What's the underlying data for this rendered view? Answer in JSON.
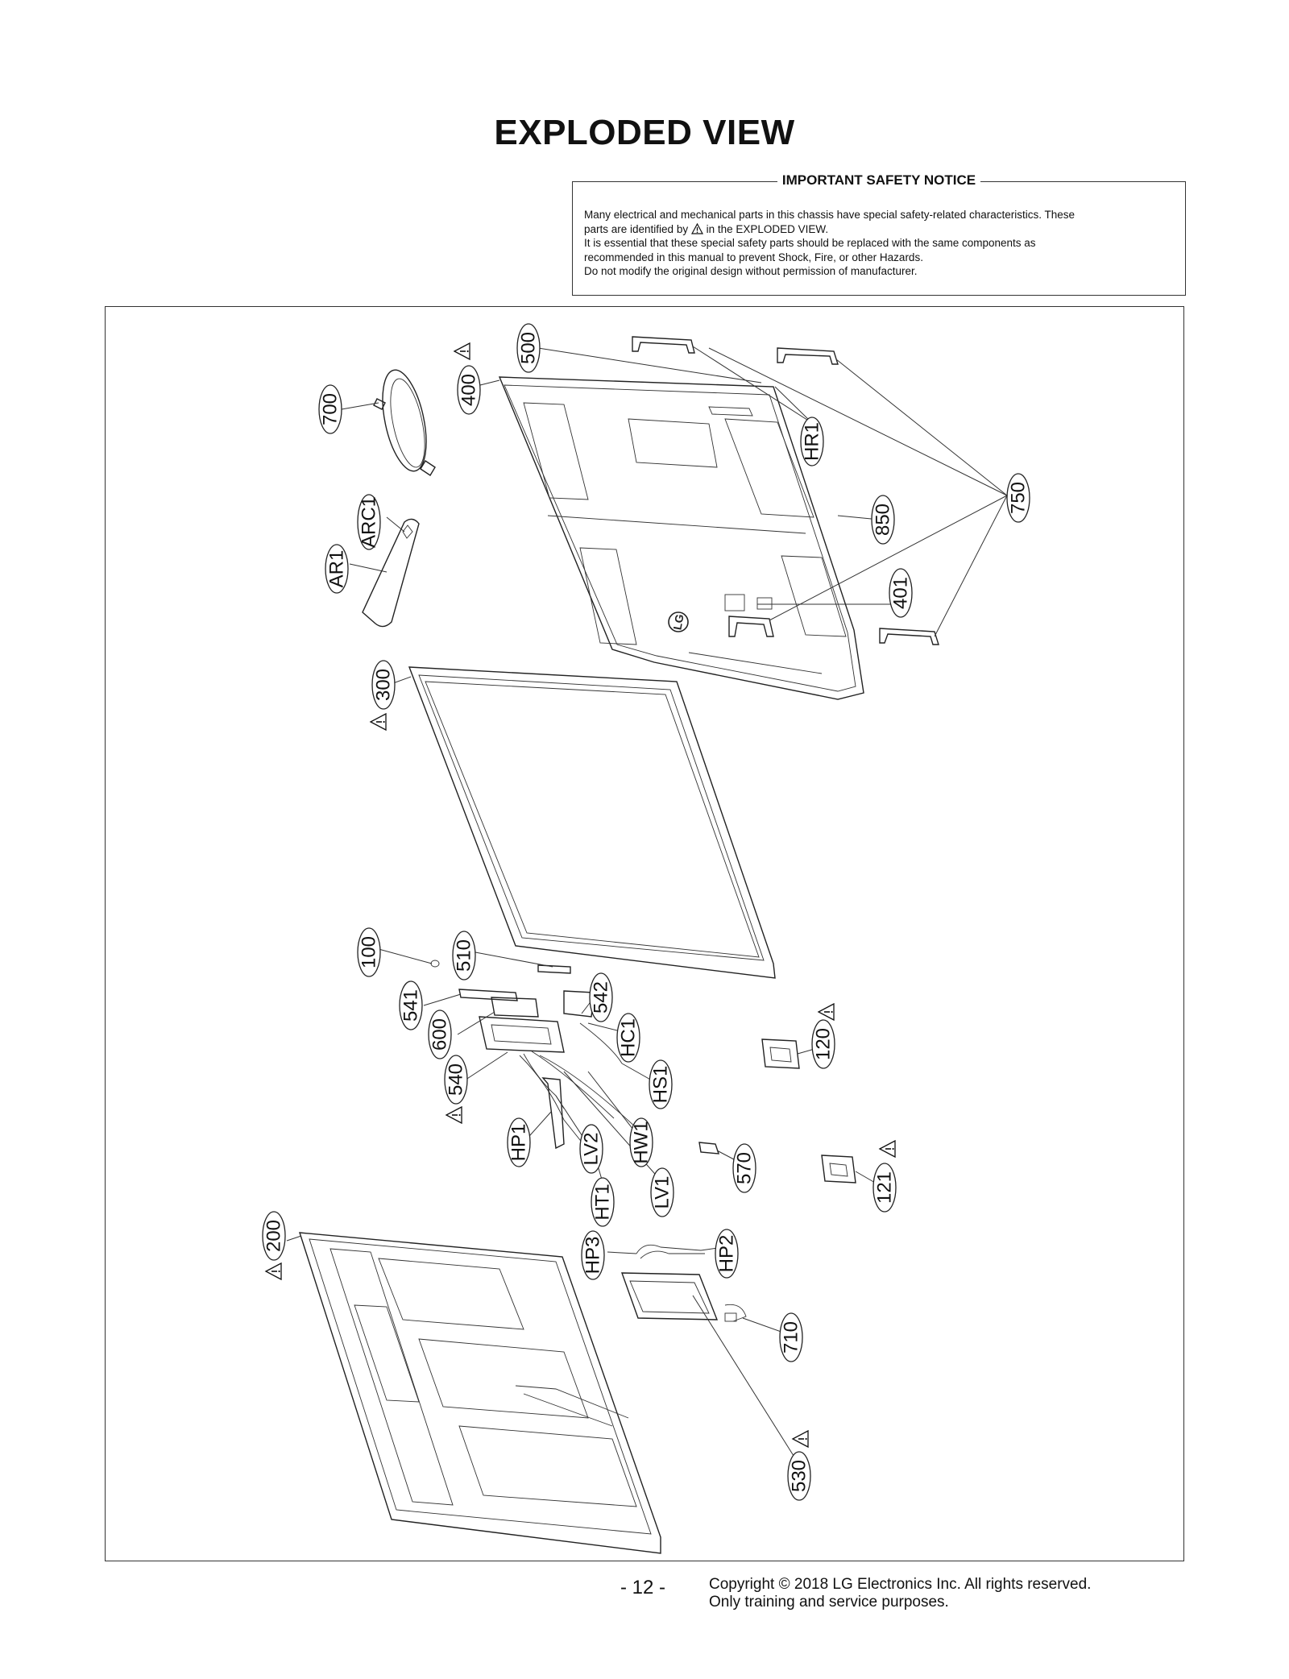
{
  "title": "EXPLODED VIEW",
  "notice": {
    "title": "IMPORTANT SAFETY NOTICE",
    "line1": "Many electrical and mechanical parts in this chassis have special safety-related characteristics. These",
    "line2a": "parts are identified by",
    "line2b": "in the EXPLODED VIEW.",
    "line3": "It is essential that these special safety parts should be replaced with the same components as",
    "line4": "recommended in this manual to prevent Shock, Fire, or other Hazards.",
    "line5": "Do not modify the original design without permission of manufacturer."
  },
  "logo_text": "LG",
  "parts": [
    {
      "id": "p500",
      "label": "500",
      "safety": false
    },
    {
      "id": "p400",
      "label": "400",
      "safety": true
    },
    {
      "id": "p700",
      "label": "700",
      "safety": false
    },
    {
      "id": "pHR1",
      "label": "HR1",
      "safety": false
    },
    {
      "id": "p750",
      "label": "750",
      "safety": false
    },
    {
      "id": "p850",
      "label": "850",
      "safety": false
    },
    {
      "id": "pARC1",
      "label": "ARC1",
      "safety": false
    },
    {
      "id": "pAR1",
      "label": "AR1",
      "safety": false
    },
    {
      "id": "p401",
      "label": "401",
      "safety": false
    },
    {
      "id": "p300",
      "label": "300",
      "safety": true
    },
    {
      "id": "p100",
      "label": "100",
      "safety": false
    },
    {
      "id": "p510",
      "label": "510",
      "safety": false
    },
    {
      "id": "p541",
      "label": "541",
      "safety": false
    },
    {
      "id": "p542",
      "label": "542",
      "safety": false
    },
    {
      "id": "p600",
      "label": "600",
      "safety": false
    },
    {
      "id": "pHC1",
      "label": "HC1",
      "safety": false
    },
    {
      "id": "p120",
      "label": "120",
      "safety": true
    },
    {
      "id": "p540",
      "label": "540",
      "safety": true
    },
    {
      "id": "pHS1",
      "label": "HS1",
      "safety": false
    },
    {
      "id": "pHP1",
      "label": "HP1",
      "safety": false
    },
    {
      "id": "pLV2",
      "label": "LV2",
      "safety": false
    },
    {
      "id": "pHW1",
      "label": "HW1",
      "safety": false
    },
    {
      "id": "p570",
      "label": "570",
      "safety": false
    },
    {
      "id": "p121",
      "label": "121",
      "safety": true
    },
    {
      "id": "pLV1",
      "label": "LV1",
      "safety": false
    },
    {
      "id": "pHT1",
      "label": "HT1",
      "safety": false
    },
    {
      "id": "p200",
      "label": "200",
      "safety": true
    },
    {
      "id": "pHP3",
      "label": "HP3",
      "safety": false
    },
    {
      "id": "pHP2",
      "label": "HP2",
      "safety": false
    },
    {
      "id": "p710",
      "label": "710",
      "safety": false
    },
    {
      "id": "p530",
      "label": "530",
      "safety": true
    }
  ],
  "footer": {
    "page_number": "- 12 -",
    "copyright": "Copyright © 2018 LG Electronics Inc. All rights reserved.",
    "purpose": "Only training and service purposes."
  }
}
